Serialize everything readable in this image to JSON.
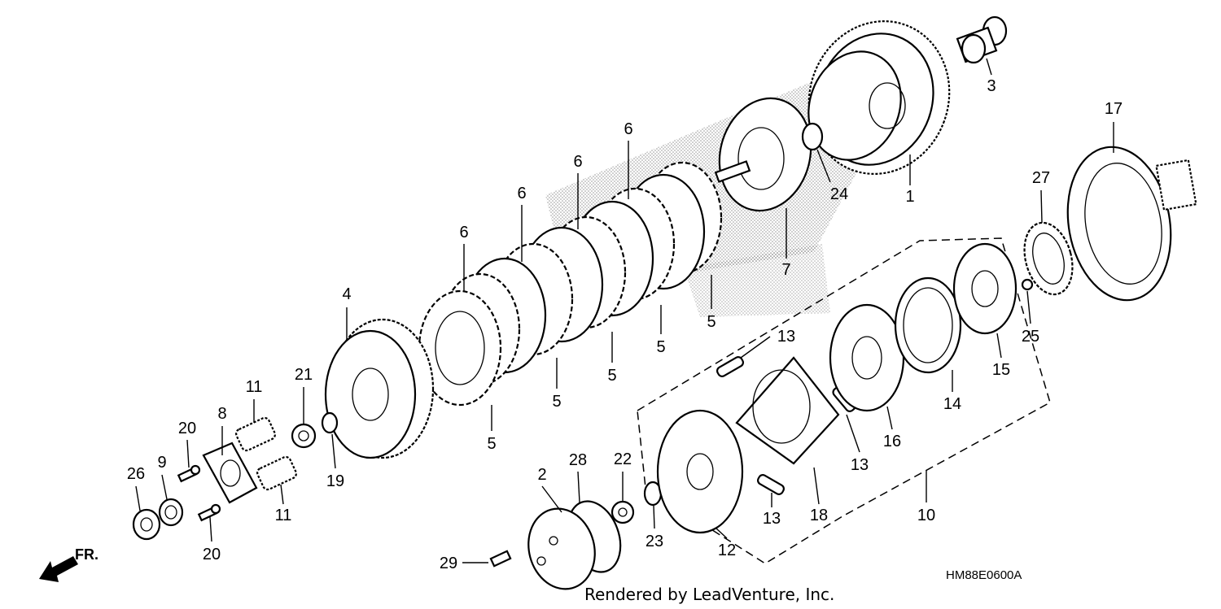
{
  "diagram": {
    "drawing_code": "HM88E0600A",
    "footer": "Rendered by LeadVenture, Inc.",
    "direction_label": "FR.",
    "watermark": "LEADVENTURE",
    "callouts": [
      {
        "id": "1",
        "label": "1"
      },
      {
        "id": "2",
        "label": "2"
      },
      {
        "id": "3",
        "label": "3"
      },
      {
        "id": "4",
        "label": "4"
      },
      {
        "id": "5a",
        "label": "5"
      },
      {
        "id": "5b",
        "label": "5"
      },
      {
        "id": "5c",
        "label": "5"
      },
      {
        "id": "5d",
        "label": "5"
      },
      {
        "id": "5e",
        "label": "5"
      },
      {
        "id": "6a",
        "label": "6"
      },
      {
        "id": "6b",
        "label": "6"
      },
      {
        "id": "6c",
        "label": "6"
      },
      {
        "id": "6d",
        "label": "6"
      },
      {
        "id": "7",
        "label": "7"
      },
      {
        "id": "8",
        "label": "8"
      },
      {
        "id": "9",
        "label": "9"
      },
      {
        "id": "10",
        "label": "10"
      },
      {
        "id": "11a",
        "label": "11"
      },
      {
        "id": "11b",
        "label": "11"
      },
      {
        "id": "12",
        "label": "12"
      },
      {
        "id": "13a",
        "label": "13"
      },
      {
        "id": "13b",
        "label": "13"
      },
      {
        "id": "13c",
        "label": "13"
      },
      {
        "id": "14",
        "label": "14"
      },
      {
        "id": "15",
        "label": "15"
      },
      {
        "id": "16",
        "label": "16"
      },
      {
        "id": "17",
        "label": "17"
      },
      {
        "id": "18",
        "label": "18"
      },
      {
        "id": "19",
        "label": "19"
      },
      {
        "id": "20a",
        "label": "20"
      },
      {
        "id": "20b",
        "label": "20"
      },
      {
        "id": "21",
        "label": "21"
      },
      {
        "id": "22",
        "label": "22"
      },
      {
        "id": "23",
        "label": "23"
      },
      {
        "id": "24",
        "label": "24"
      },
      {
        "id": "25",
        "label": "25"
      },
      {
        "id": "26",
        "label": "26"
      },
      {
        "id": "27",
        "label": "27"
      },
      {
        "id": "28",
        "label": "28"
      },
      {
        "id": "29",
        "label": "29"
      }
    ]
  }
}
